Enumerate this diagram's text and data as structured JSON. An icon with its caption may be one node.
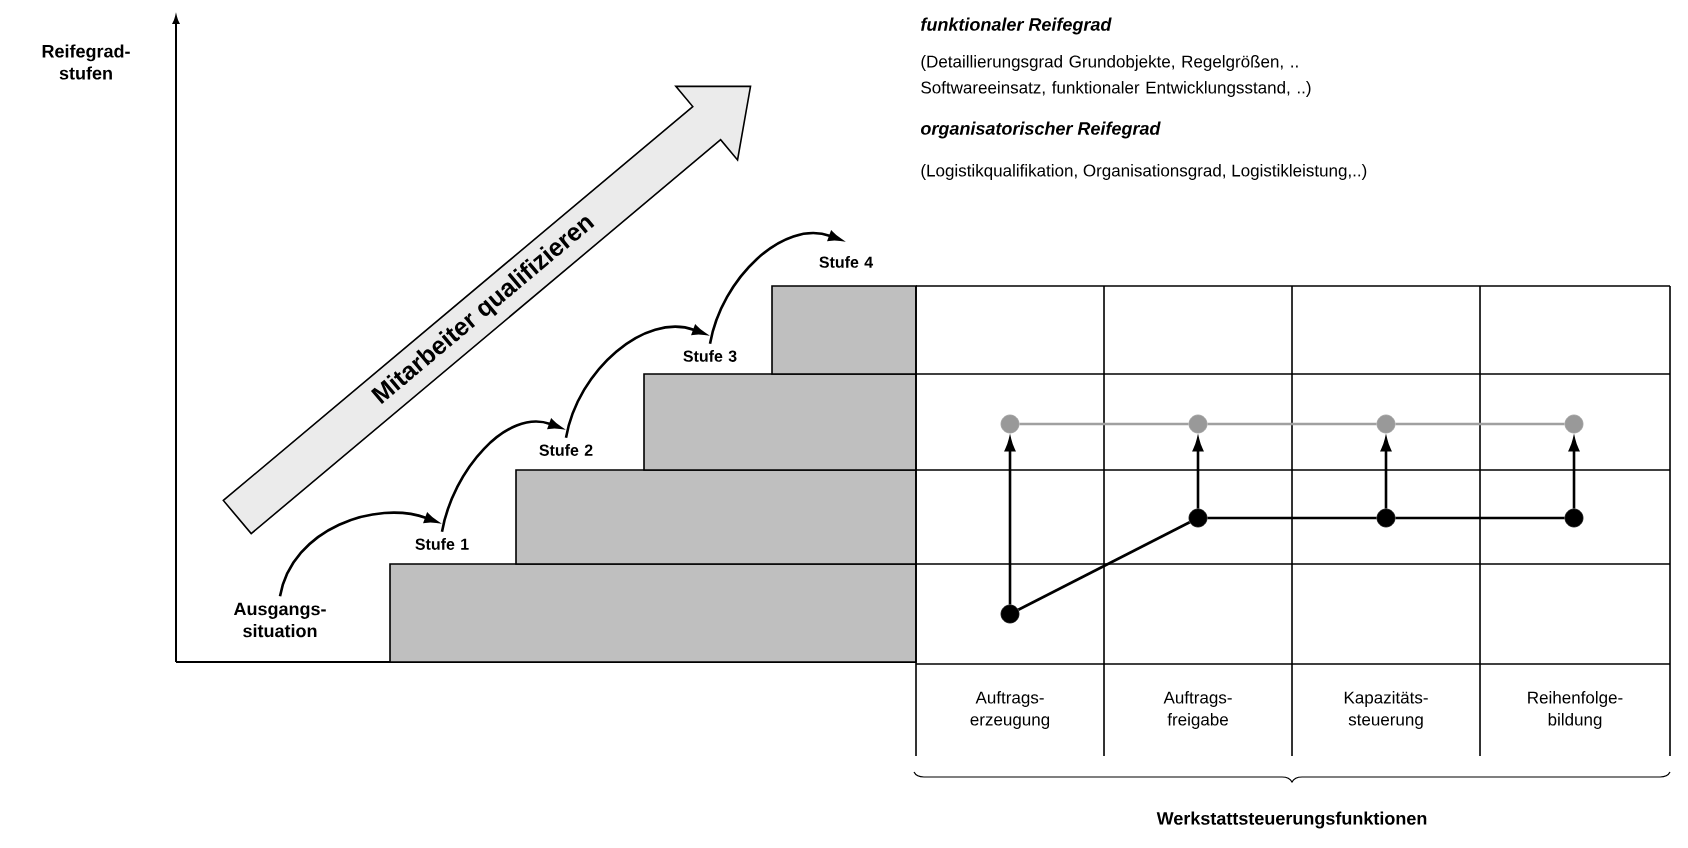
{
  "diagram": {
    "nodes": [
      {
        "text": [
          "Ausgangs- situation"
        ]
      },
      {
        "text": [
          "Stufe 1"
        ]
      },
      {
        "text": [
          "Stufe 2"
        ]
      },
      {
        "text": [
          "Stufe 3"
        ]
      },
      {
        "text": [
          "Stufe 4"
        ]
      },
      {
        "text": [
          "Mitarbeiter qualifizieren"
        ]
      },
      {
        "text": [],
        "shape": "circle"
      },
      {
        "text": [],
        "shape": "circle"
      },
      {
        "text": [],
        "shape": "circle"
      },
      {
        "text": [],
        "shape": "circle"
      },
      {
        "text": [],
        "shape": "circle"
      },
      {
        "text": [],
        "shape": "circle"
      },
      {
        "text": [],
        "shape": "circle"
      },
      {
        "text": [],
        "shape": "circle"
      }
    ],
    "edges": [
      {
        "from": 0,
        "to": 1,
        "arrow": "to"
      },
      {
        "from": 1,
        "to": 2,
        "arrow": "to"
      },
      {
        "from": 2,
        "to": 3,
        "arrow": "to"
      },
      {
        "from": 3,
        "to": 4,
        "arrow": "to"
      },
      {
        "from": 6,
        "to": 7,
        "arrow": "none",
        "color": "#a0a0a0"
      },
      {
        "from": 7,
        "to": 8,
        "arrow": "none",
        "color": "#a0a0a0"
      },
      {
        "from": 8,
        "to": 9,
        "arrow": "none",
        "color": "#a0a0a0"
      },
      {
        "from": 10,
        "to": 11,
        "arrow": "none"
      },
      {
        "from": 11,
        "to": 12,
        "arrow": "none"
      },
      {
        "from": 12,
        "to": 13,
        "arrow": "none"
      },
      {
        "from": 10,
        "to": 6,
        "arrow": "to"
      },
      {
        "from": 11,
        "to": 7,
        "arrow": "to"
      },
      {
        "from": 12,
        "to": 8,
        "arrow": "to"
      },
      {
        "from": 13,
        "to": 9,
        "arrow": "to"
      }
    ],
    "labels": [
      "Reifegrad- stufen",
      "*funktionaler Reifegrad*",
      "(Detaillierungsgrad Grundobjekte, Regelgrößen, .. Softwareeinsatz, funktionaler Entwicklungsstand, ..)",
      "*organisatorischer Reifegrad*",
      "(Logistikqualifikation, Organisationsgrad, Logistikleistung,..)",
      "Auftrags- erzeugung",
      "Auftrags- freigabe",
      "Kapazitäts- steuerung",
      "Reihenfolge- bildung",
      "Werkstattsteuerungsfunktionen"
    ]
  }
}
